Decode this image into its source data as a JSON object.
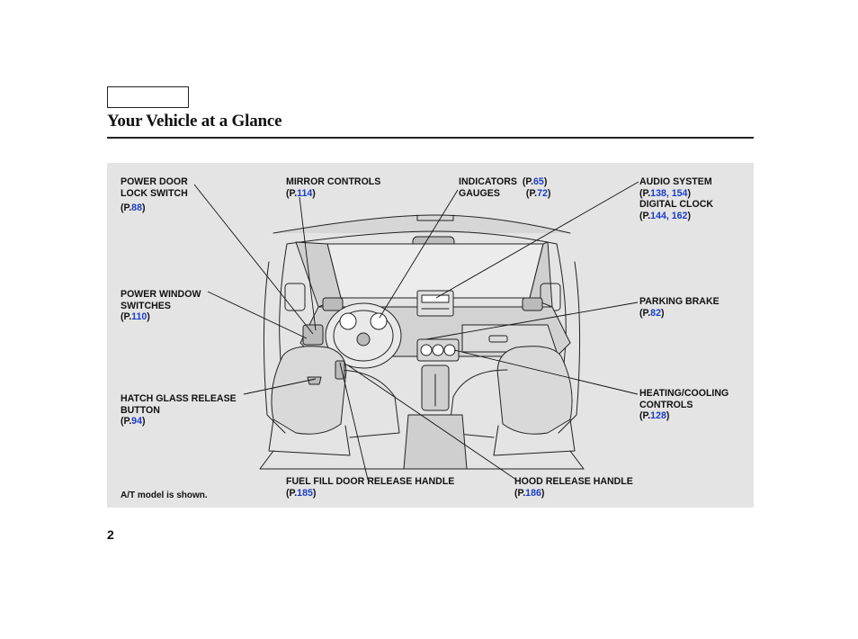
{
  "page": {
    "title": "Your Vehicle at a Glance",
    "page_number": "2",
    "note": "A/T model is shown."
  },
  "callouts": {
    "power_door": {
      "line1": "POWER DOOR",
      "line2": "LOCK SWITCH",
      "p": "(P.",
      "n1": "88",
      "close": ")"
    },
    "mirror": {
      "line1": "MIRROR CONTROLS",
      "p": "(P.",
      "n1": "114",
      "close": ")"
    },
    "indicators": {
      "line1": "INDICATORS",
      "p1": "(P.",
      "n1": "65",
      "c1": ")",
      "line2": "GAUGES",
      "p2": "(P.",
      "n2": "72",
      "c2": ")"
    },
    "audio": {
      "line1": "AUDIO SYSTEM",
      "p1": "(P.",
      "n1": "138",
      "sep1": ", ",
      "n2": "154",
      "c1": ")",
      "line2": "DIGITAL CLOCK",
      "p2": "(P.",
      "n3": "144",
      "sep2": ", ",
      "n4": "162",
      "c2": ")"
    },
    "power_window": {
      "line1": "POWER WINDOW",
      "line2": "SWITCHES",
      "p": "(P.",
      "n1": "110",
      "close": ")"
    },
    "parking_brake": {
      "line1": "PARKING BRAKE",
      "p": "(P.",
      "n1": "82",
      "close": ")"
    },
    "hatch": {
      "line1": "HATCH GLASS RELEASE",
      "line2": "BUTTON",
      "p": "(P.",
      "n1": "94",
      "close": ")"
    },
    "heating": {
      "line1": "HEATING/COOLING",
      "line2": "CONTROLS",
      "p": "(P.",
      "n1": "128",
      "close": ")"
    },
    "fuel": {
      "line1": "FUEL FILL DOOR RELEASE HANDLE",
      "p": "(P.",
      "n1": "185",
      "close": ")"
    },
    "hood": {
      "line1": "HOOD RELEASE HANDLE",
      "p": "(P.",
      "n1": "186",
      "close": ")"
    }
  }
}
